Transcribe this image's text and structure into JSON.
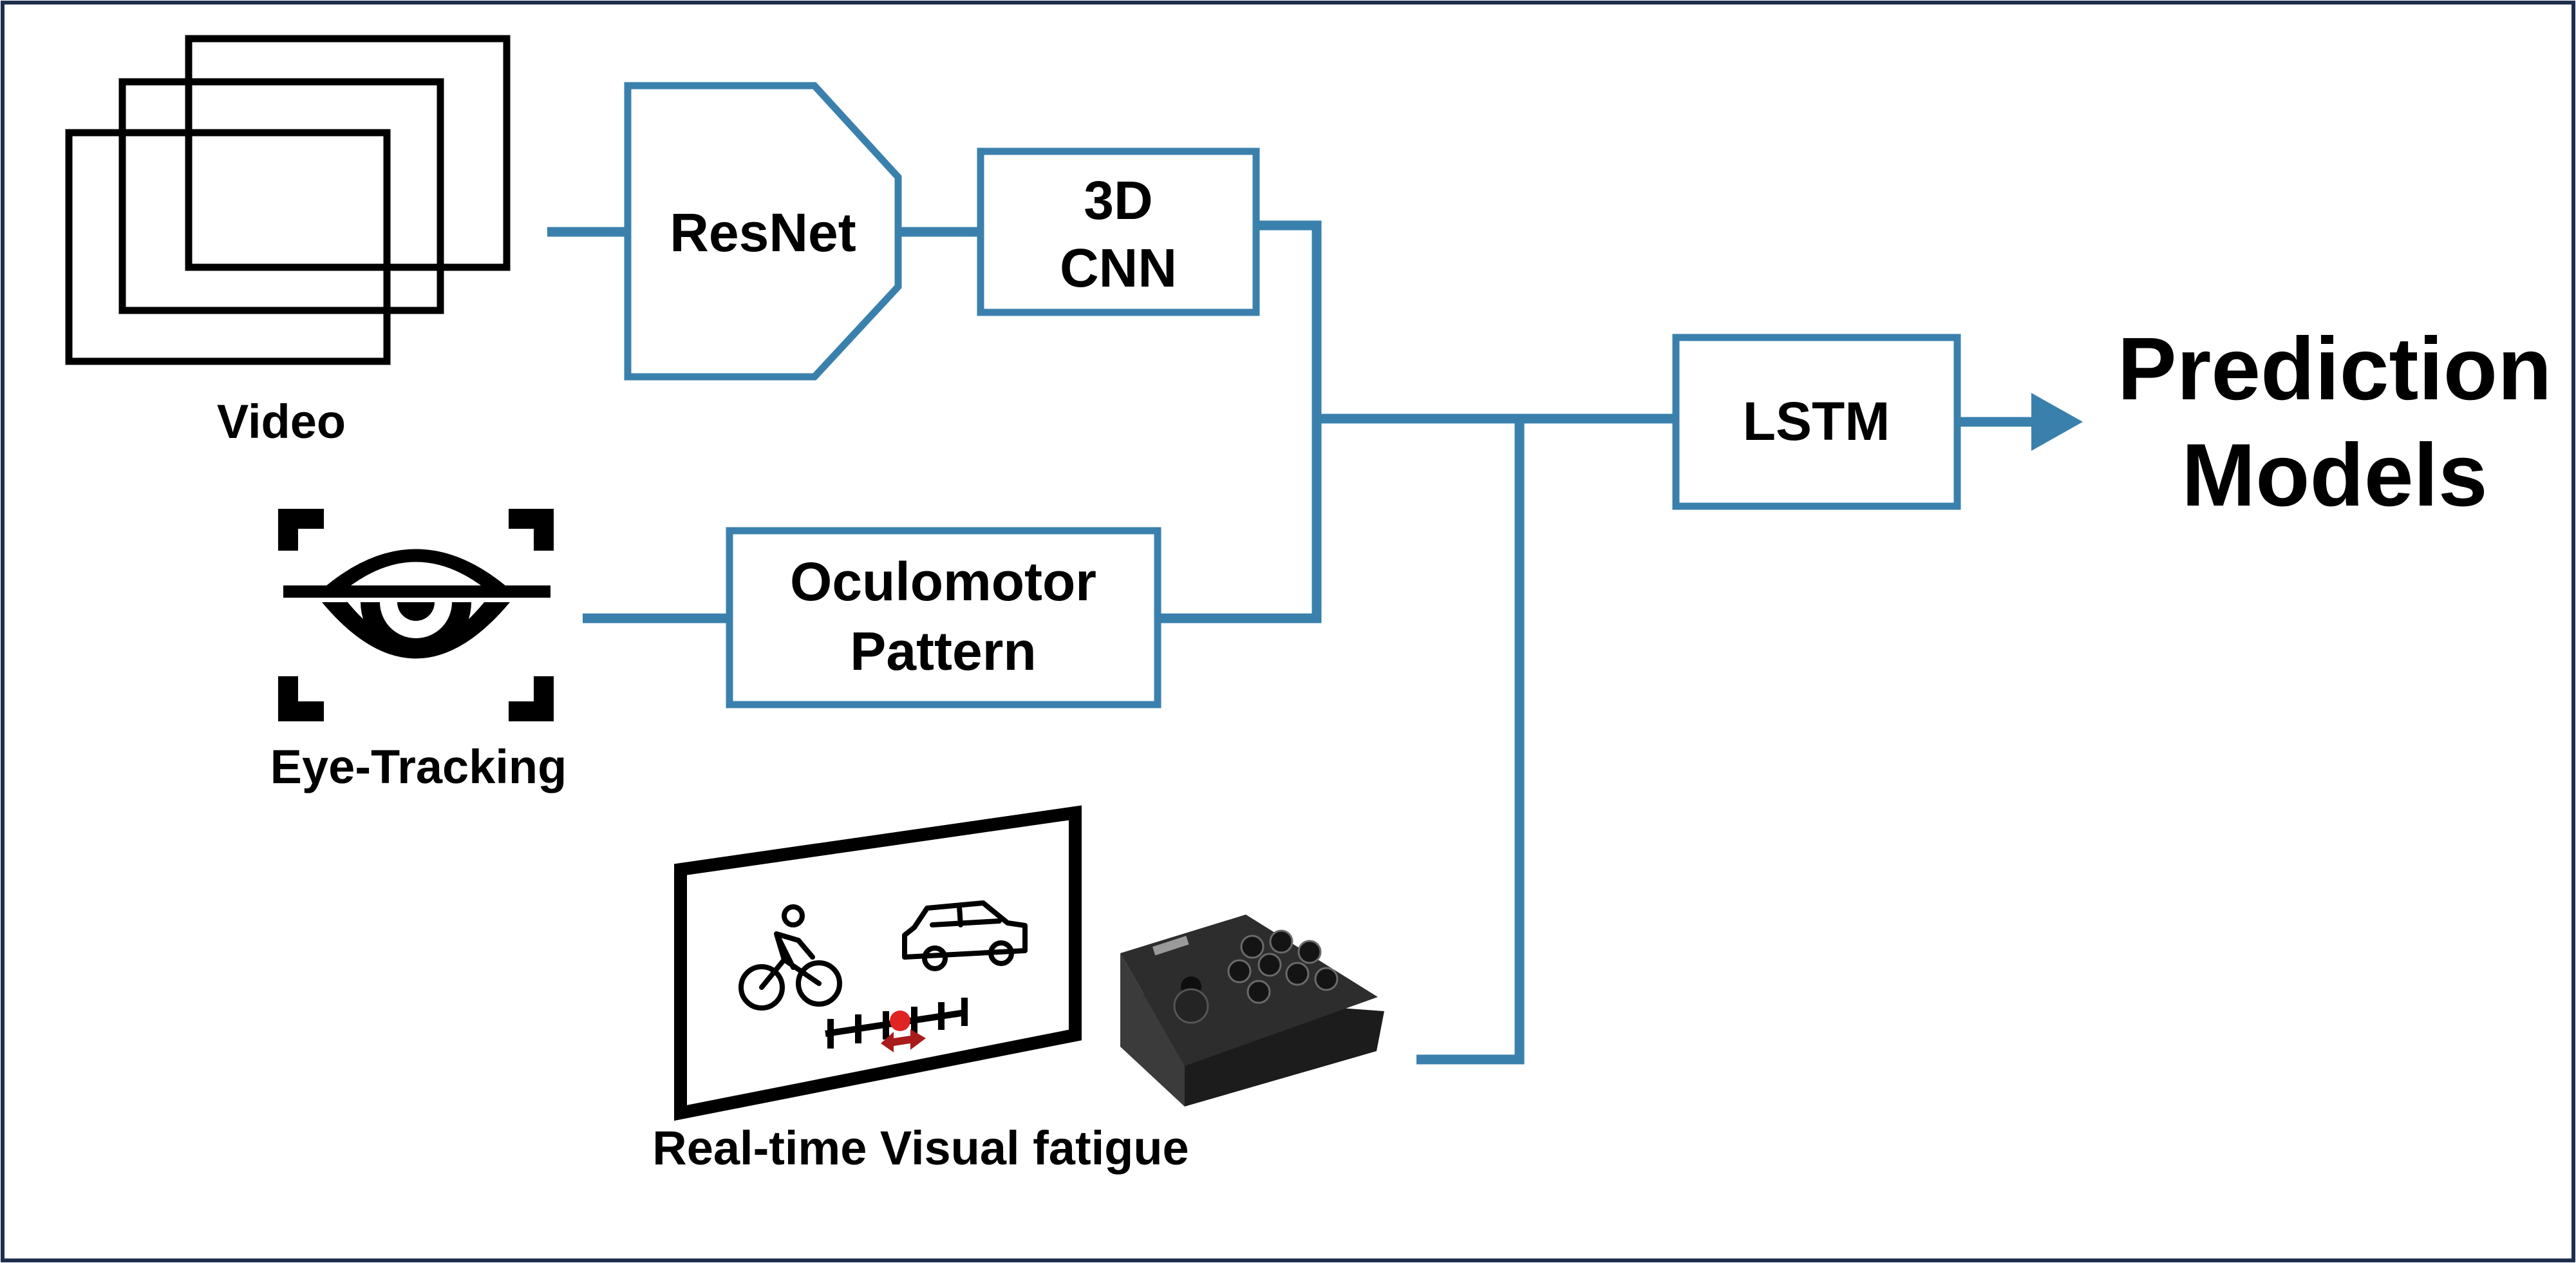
{
  "colors": {
    "accent": "#3a80ad",
    "ink": "#000000",
    "border": "#1f2e4d",
    "marker": "#e02424",
    "marker_arrow": "#a81c1c",
    "controller_body": "#2d2d2d"
  },
  "inputs": {
    "video": {
      "label": "Video",
      "icon": "stacked-frames-icon"
    },
    "eye_tracking": {
      "label": "Eye-Tracking",
      "icon": "eye-scan-icon"
    },
    "visual_fatigue": {
      "label": "Real-time Visual fatigue",
      "screen_icon": "cyclist-car-scene-icon",
      "device_icon": "arcade-controller-icon"
    }
  },
  "nodes": {
    "resnet": {
      "label": "ResNet"
    },
    "cnn3d": {
      "line1": "3D",
      "line2": "CNN"
    },
    "oculomotor": {
      "line1": "Oculomotor",
      "line2": "Pattern"
    },
    "lstm": {
      "label": "LSTM"
    }
  },
  "output": {
    "line1": "Prediction",
    "line2": "Models"
  }
}
